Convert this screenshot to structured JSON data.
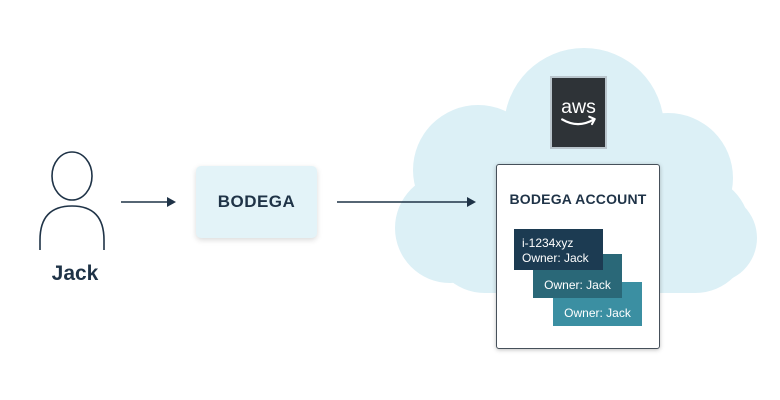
{
  "user": {
    "label": "Jack",
    "icon": "user-icon"
  },
  "bodega": {
    "label": "BODEGA"
  },
  "aws": {
    "logo_text": "aws",
    "icon": "aws-logo"
  },
  "account": {
    "title": "BODEGA ACCOUNT",
    "instances": [
      {
        "id": "i-1234xyz",
        "owner": "Owner: Jack"
      },
      {
        "owner": "Owner: Jack"
      },
      {
        "owner": "Owner: Jack"
      }
    ]
  },
  "colors": {
    "text_dark": "#1f3347",
    "cloud": "#dcf0f6",
    "box_fill": "#e3f3f8",
    "card_dark": "#1c3b52",
    "card_mid": "#2a6878",
    "card_light": "#3b8fa2"
  }
}
